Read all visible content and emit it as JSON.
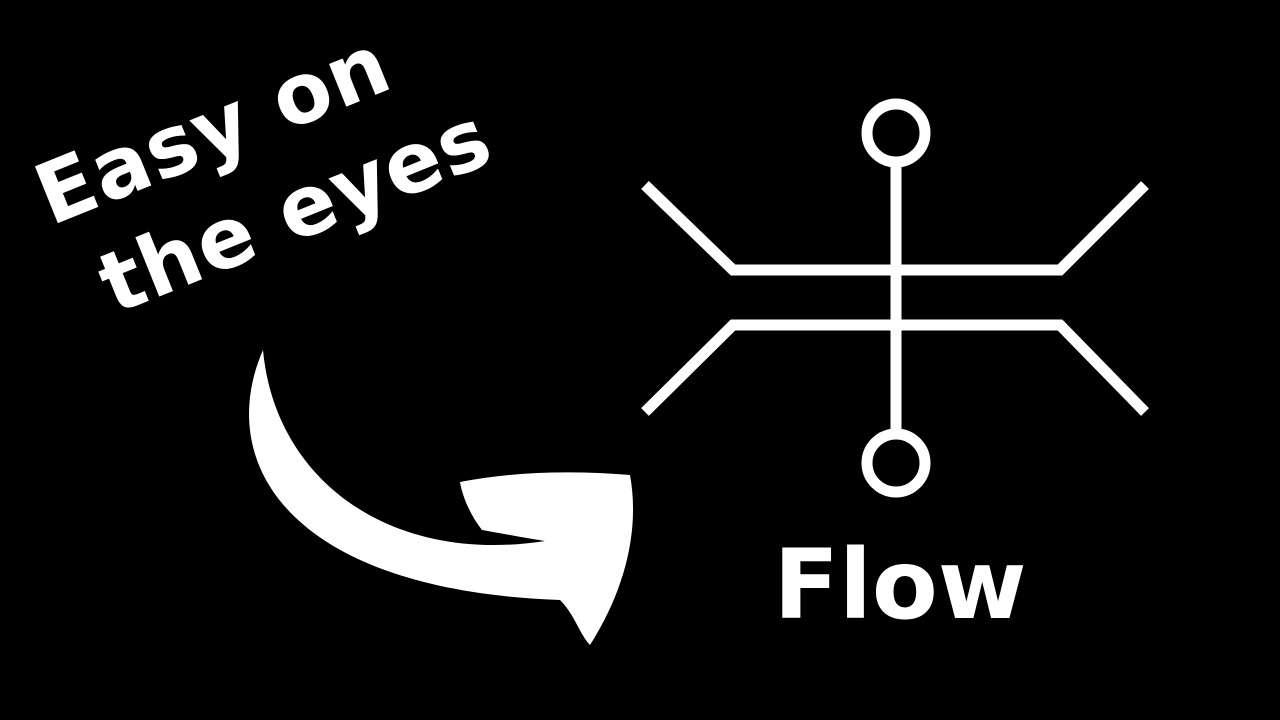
{
  "tagline": {
    "line1": "Easy on",
    "line2": "the eyes"
  },
  "brand": {
    "name": "Flow"
  },
  "icons": {
    "arrow": "curved-arrow-icon",
    "logo": "flow-logo-icon"
  },
  "colors": {
    "background": "#000000",
    "foreground": "#ffffff"
  }
}
